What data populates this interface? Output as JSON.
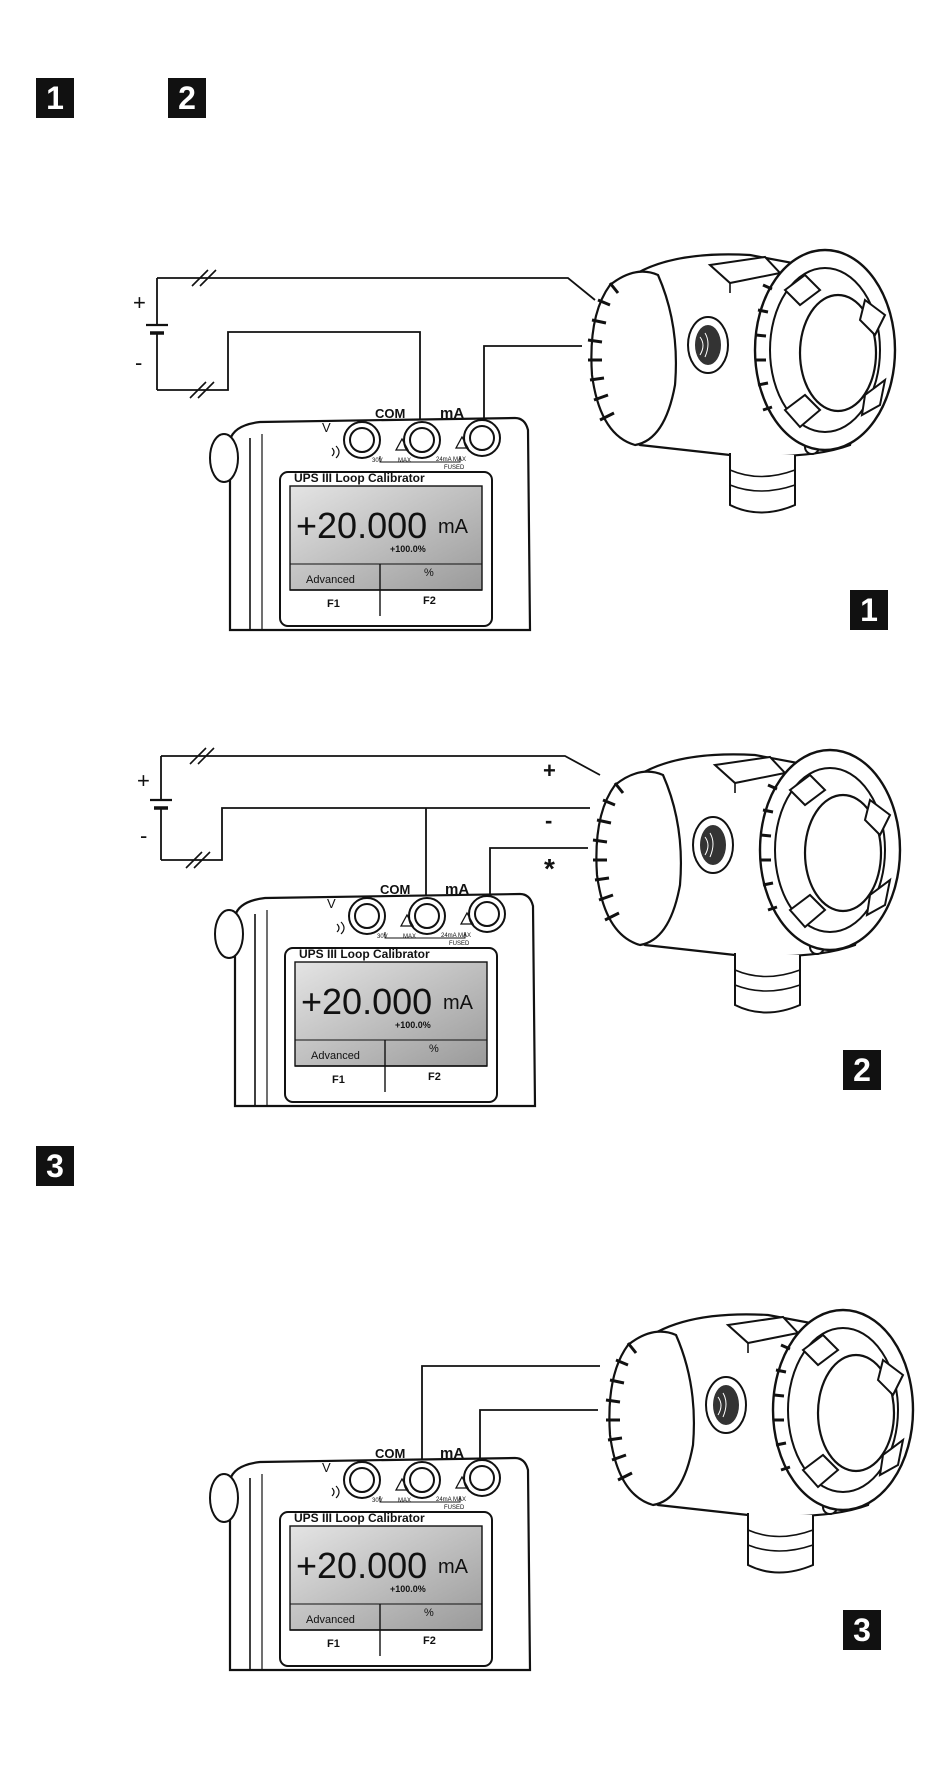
{
  "header_badges": [
    "1",
    "2"
  ],
  "section3_badge": "3",
  "panels": [
    {
      "badge": "1",
      "supply": {
        "plus": "+",
        "minus": "-"
      },
      "terminal_marks": {
        "plus": "",
        "minus": "",
        "star": ""
      },
      "calibrator": {
        "jack_v": "V",
        "jack_com": "COM",
        "jack_ma": "mA",
        "v_max": "30V",
        "v_max_label": "MAX",
        "ma_max": "24mA MAX",
        "ma_fused": "FUSED",
        "model": "UPS III  Loop Calibrator",
        "reading": "+20.000",
        "unit": "mA",
        "percent": "+100.0%",
        "softkey1": "Advanced",
        "softkey2": "%",
        "fkey1": "F1",
        "fkey2": "F2"
      }
    },
    {
      "badge": "2",
      "supply": {
        "plus": "+",
        "minus": "-"
      },
      "terminal_marks": {
        "plus": "+",
        "minus": "-",
        "star": "*"
      },
      "calibrator": {
        "jack_v": "V",
        "jack_com": "COM",
        "jack_ma": "mA",
        "v_max": "30V",
        "v_max_label": "MAX",
        "ma_max": "24mA MAX",
        "ma_fused": "FUSED",
        "model": "UPS III  Loop Calibrator",
        "reading": "+20.000",
        "unit": "mA",
        "percent": "+100.0%",
        "softkey1": "Advanced",
        "softkey2": "%",
        "fkey1": "F1",
        "fkey2": "F2"
      }
    },
    {
      "badge": "3",
      "supply": {
        "plus": "",
        "minus": ""
      },
      "terminal_marks": {
        "plus": "",
        "minus": "",
        "star": ""
      },
      "calibrator": {
        "jack_v": "V",
        "jack_com": "COM",
        "jack_ma": "mA",
        "v_max": "30V",
        "v_max_label": "MAX",
        "ma_max": "24mA MAX",
        "ma_fused": "FUSED",
        "model": "UPS III  Loop Calibrator",
        "reading": "+20.000",
        "unit": "mA",
        "percent": "+100.0%",
        "softkey1": "Advanced",
        "softkey2": "%",
        "fkey1": "F1",
        "fkey2": "F2"
      }
    }
  ]
}
